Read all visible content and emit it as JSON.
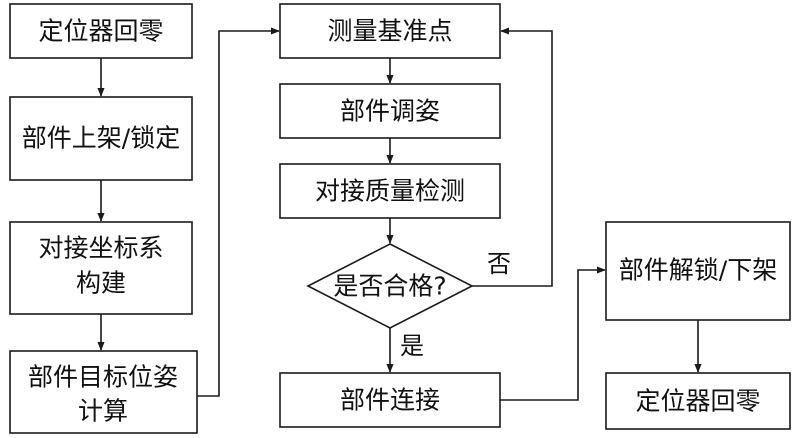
{
  "nodes": {
    "locator_zero_1": "定位器回零",
    "part_mount_lock": "部件上架/锁定",
    "docking_coord_line1": "对接坐标系",
    "docking_coord_line2": "构建",
    "target_pose_line1": "部件目标位姿",
    "target_pose_line2": "计算",
    "measure_reference": "测量基准点",
    "part_adjust": "部件调姿",
    "docking_quality": "对接质量检测",
    "qualified_decision": "是否合格?",
    "part_connect": "部件连接",
    "part_unlock_unmount": "部件解锁/下架",
    "locator_zero_2": "定位器回零"
  },
  "edge_labels": {
    "no": "否",
    "yes": "是"
  }
}
